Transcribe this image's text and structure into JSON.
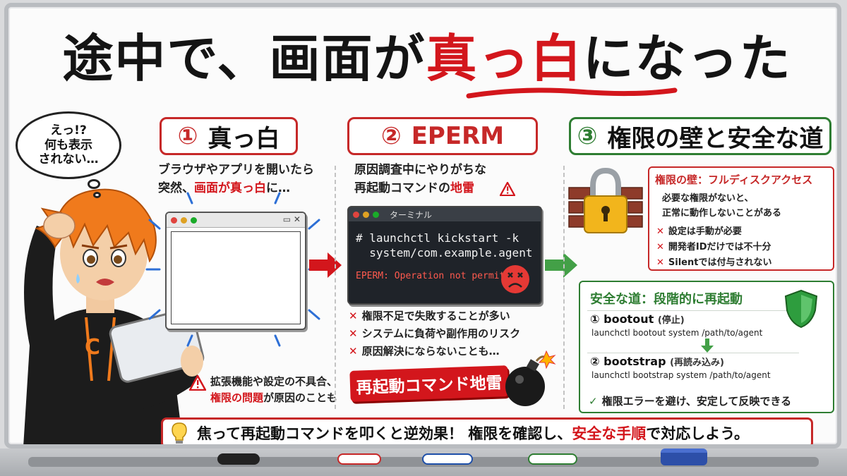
{
  "title": {
    "part1": "途中で、画面が",
    "part2_red": "真っ白",
    "part3": "になった"
  },
  "thought_bubble": {
    "line1": "えっ!?",
    "line2": "何も表示",
    "line3": "されない…"
  },
  "col1": {
    "num": "①",
    "head": "真っ白",
    "desc_line1": "ブラウザやアプリを開いたら",
    "desc_line2_a": "突然、",
    "desc_line2_red": "画面が真っ白",
    "desc_line2_b": "に…",
    "note_line1": "拡張機能や設定の不具合、",
    "note_line2_red": "権限の問題",
    "note_line2_b": "が原因のことも"
  },
  "col2": {
    "num": "②",
    "head": "EPERM",
    "desc_line1": "原因調査中にやりがちな",
    "desc_line2_a": "再起動コマンドの",
    "desc_line2_red": "地雷",
    "terminal_title": "ターミナル",
    "cmd_line1": "# launchctl kickstart -k",
    "cmd_line2": "  system/com.example.agent",
    "error": "EPERM: Operation not permitted",
    "x_items": [
      "権限不足で失敗することが多い",
      "システムに負荷や副作用のリスク",
      "原因解決にならないことも…"
    ],
    "badge": "再起動コマンド地雷"
  },
  "col3": {
    "num": "③",
    "head": "権限の壁と安全な道",
    "wall_title": "権限の壁：フルディスクアクセス",
    "wall_desc1": "必要な権限がないと、",
    "wall_desc2": "正常に動作しないことがある",
    "wall_items": [
      "設定は手動が必要",
      "開発者IDだけでは不十分",
      "Silentでは付与されない"
    ],
    "safe_title": "安全な道：段階的に再起動",
    "step1_head": "① bootout",
    "step1_note": "(停止)",
    "step1_cmd": "launchctl bootout system /path/to/agent",
    "step2_head": "② bootstrap",
    "step2_note": "(再読み込み)",
    "step2_cmd": "launchctl bootstrap system /path/to/agent",
    "check": "権限エラーを避け、安定して反映できる"
  },
  "bottom": {
    "text_a": "焦って再起動コマンドを叩くと逆効果！ 権限を確認し、",
    "text_red": "安全な手順",
    "text_b": "で対応しよう。"
  },
  "colors": {
    "accent_red": "#d3161c",
    "accent_green": "#2e7d32",
    "hair_orange": "#f07a1c",
    "hoodie": "#1c1c1c"
  },
  "icons": [
    "warning-icon",
    "lock-icon",
    "shield-icon",
    "bulb-icon",
    "bomb-icon",
    "sad-face-icon",
    "check-icon",
    "x-icon"
  ]
}
